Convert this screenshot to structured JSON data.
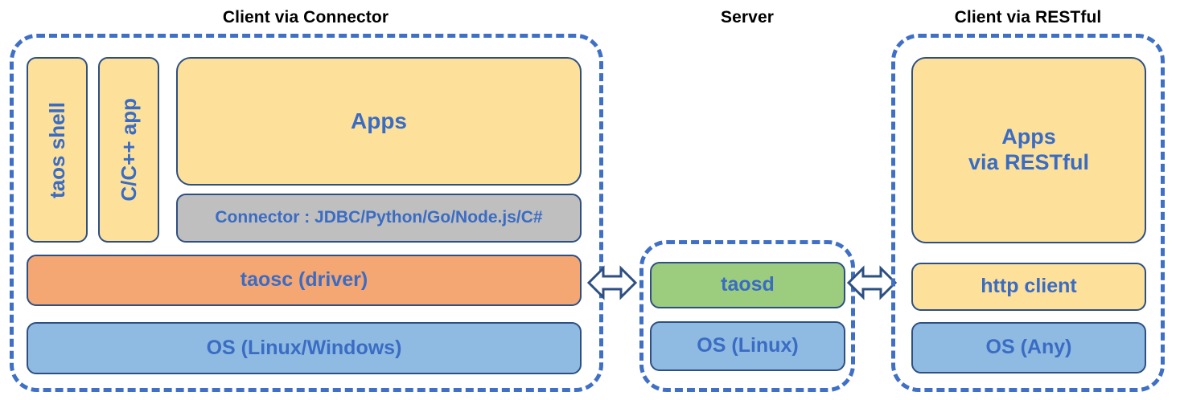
{
  "titles": {
    "client_connector": "Client via Connector",
    "server": "Server",
    "client_restful": "Client via RESTful"
  },
  "colors": {
    "dashed_border": "#3f70c6",
    "box_border": "#2e4f82",
    "text_blue": "#3a6cc4",
    "yellow": "#fde19b",
    "orange": "#f4a673",
    "blue": "#8fbbe2",
    "gray": "#bfbfbf",
    "green": "#9ccc7e",
    "title_black": "#000000",
    "background": "#ffffff"
  },
  "client_connector": {
    "taos_shell": "taos shell",
    "c_app": "C/C++ app",
    "apps": "Apps",
    "connector": "Connector : JDBC/Python/Go/Node.js/C#",
    "taosc": "taosc (driver)",
    "os": "OS (Linux/Windows)"
  },
  "server": {
    "taosd": "taosd",
    "os": "OS (Linux)"
  },
  "client_restful": {
    "apps_line1": "Apps",
    "apps_line2": "via RESTful",
    "http_client": "http client",
    "os": "OS (Any)"
  },
  "connections": [
    {
      "name": "client-connector-to-server",
      "icon": "double-arrow-icon",
      "direction": "bidirectional"
    },
    {
      "name": "server-to-client-restful",
      "icon": "double-arrow-icon",
      "direction": "bidirectional"
    }
  ]
}
